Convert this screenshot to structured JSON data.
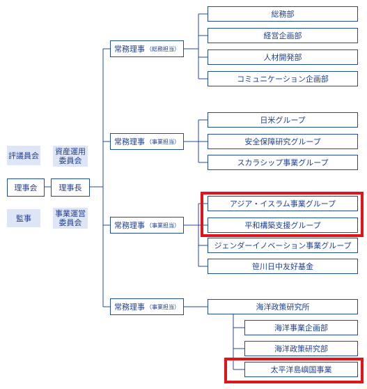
{
  "left_group": {
    "board_of_councillors": "評議員会",
    "board_of_directors": "理事会",
    "auditors": "監事",
    "asset_committee": [
      "資産運用",
      "委員会"
    ],
    "chairman": "理事長",
    "operations_committee": [
      "事業運営",
      "委員会"
    ]
  },
  "directors": [
    {
      "label": "常務理事",
      "note": "（総務担当）"
    },
    {
      "label": "常務理事",
      "note": "（事業担当）"
    },
    {
      "label": "常務理事",
      "note": "（事業担当）"
    },
    {
      "label": "常務理事",
      "note": "（事業担当）"
    }
  ],
  "units": {
    "general_affairs": [
      "総務部",
      "経営企画部",
      "人材開発部",
      "コミュニケーション企画部"
    ],
    "program_a": [
      "日米グループ",
      "安全保障研究グループ",
      "スカラシップ事業グループ"
    ],
    "program_b": [
      "アジア・イスラム事業グループ",
      "平和構築支援グループ",
      "ジェンダーイノベーション事業グループ",
      "笹川日中友好基金"
    ],
    "ocean_institute": "海洋政策研究所",
    "ocean_sub": [
      "海洋事業企画部",
      "海洋政策研究部",
      "太平洋島嶼国事業"
    ]
  },
  "colors": {
    "line": "#1f4aa0",
    "text": "#1f3f8f",
    "tint": "#dde5f6",
    "highlight": "#e2141b"
  }
}
